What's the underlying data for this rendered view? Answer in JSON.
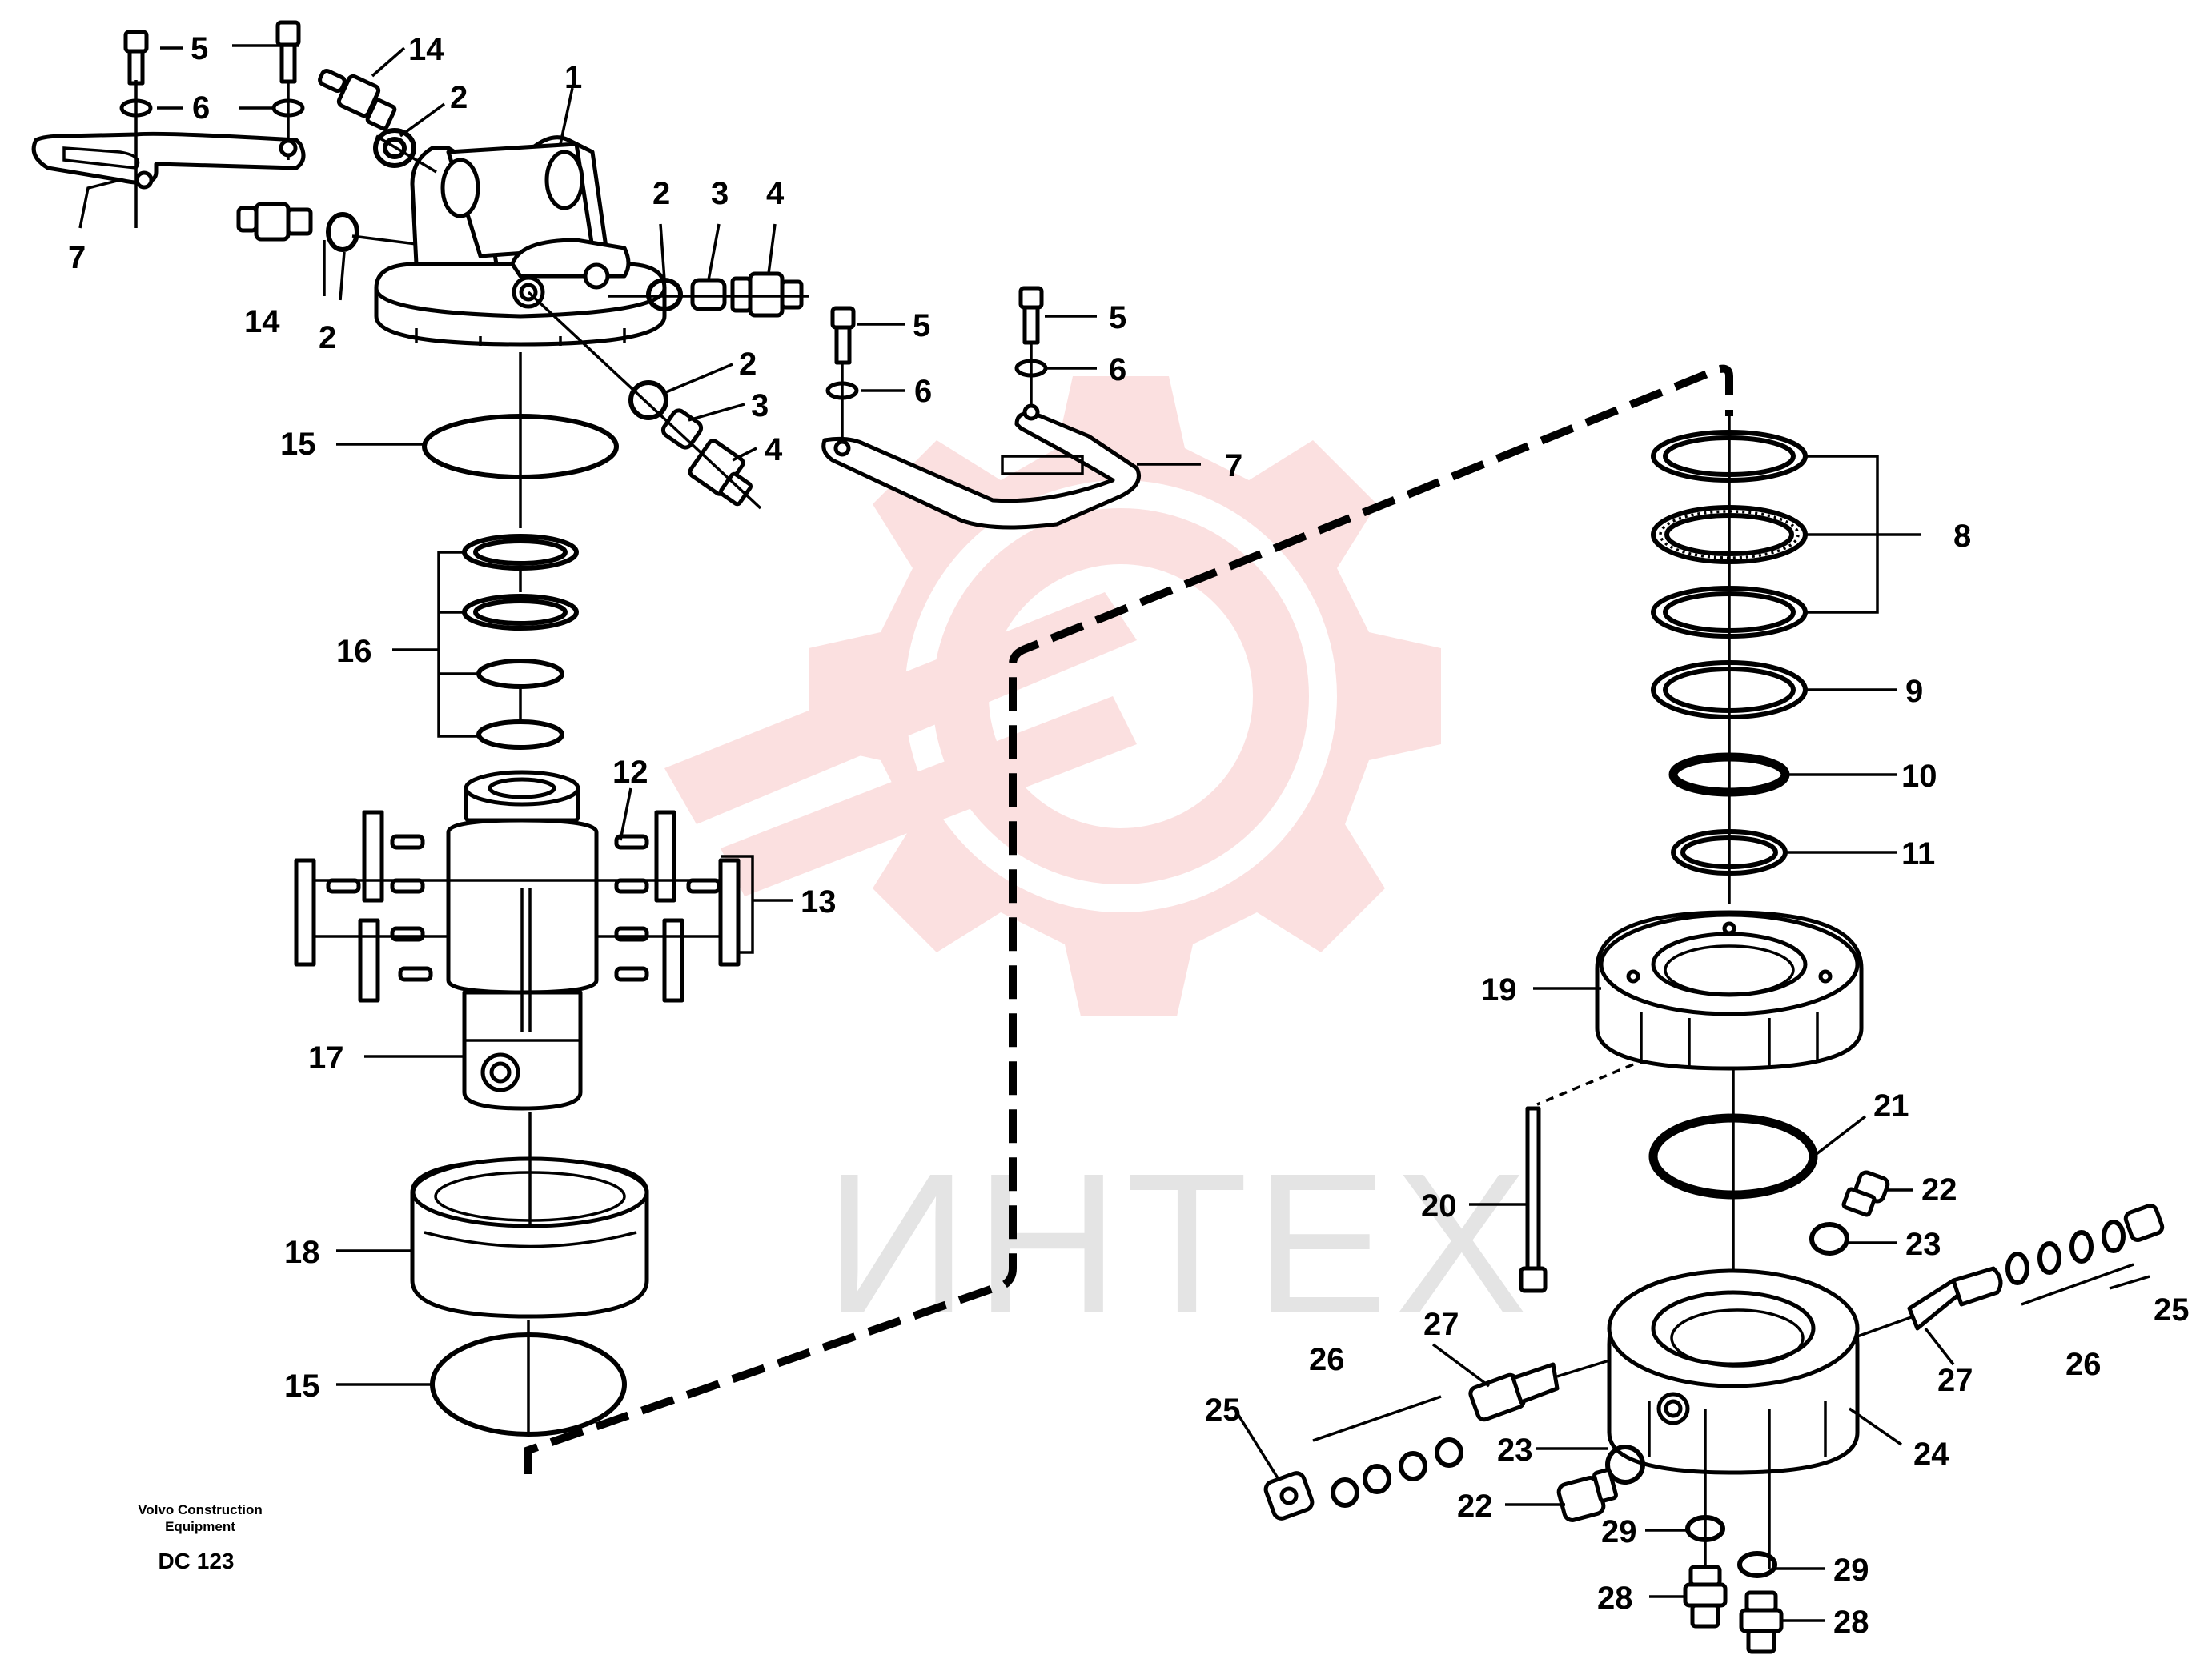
{
  "watermark": {
    "text": "ИНТЕХ",
    "color": "#f4a0a0"
  },
  "publisher": {
    "line1": "Volvo Construction",
    "line2": "Equipment",
    "code": "DC 123"
  },
  "labels": {
    "l1": "1",
    "l2a": "2",
    "l2b": "2",
    "l2c": "2",
    "l2d": "2",
    "l3a": "3",
    "l3b": "3",
    "l4a": "4",
    "l4b": "4",
    "l5a": "5",
    "l5b": "5",
    "l5c": "5",
    "l6a": "6",
    "l6b": "6",
    "l6c": "6",
    "l7a": "7",
    "l7b": "7",
    "l8": "8",
    "l9": "9",
    "l10": "10",
    "l11": "11",
    "l12": "12",
    "l13": "13",
    "l14a": "14",
    "l14b": "14",
    "l15a": "15",
    "l15b": "15",
    "l16": "16",
    "l17": "17",
    "l18": "18",
    "l19": "19",
    "l20": "20",
    "l21": "21",
    "l22a": "22",
    "l22b": "22",
    "l23a": "23",
    "l23b": "23",
    "l24": "24",
    "l25a": "25",
    "l25b": "25",
    "l26a": "26",
    "l26b": "26",
    "l27a": "27",
    "l27b": "27",
    "l28a": "28",
    "l28b": "28",
    "l29a": "29",
    "l29b": "29"
  }
}
